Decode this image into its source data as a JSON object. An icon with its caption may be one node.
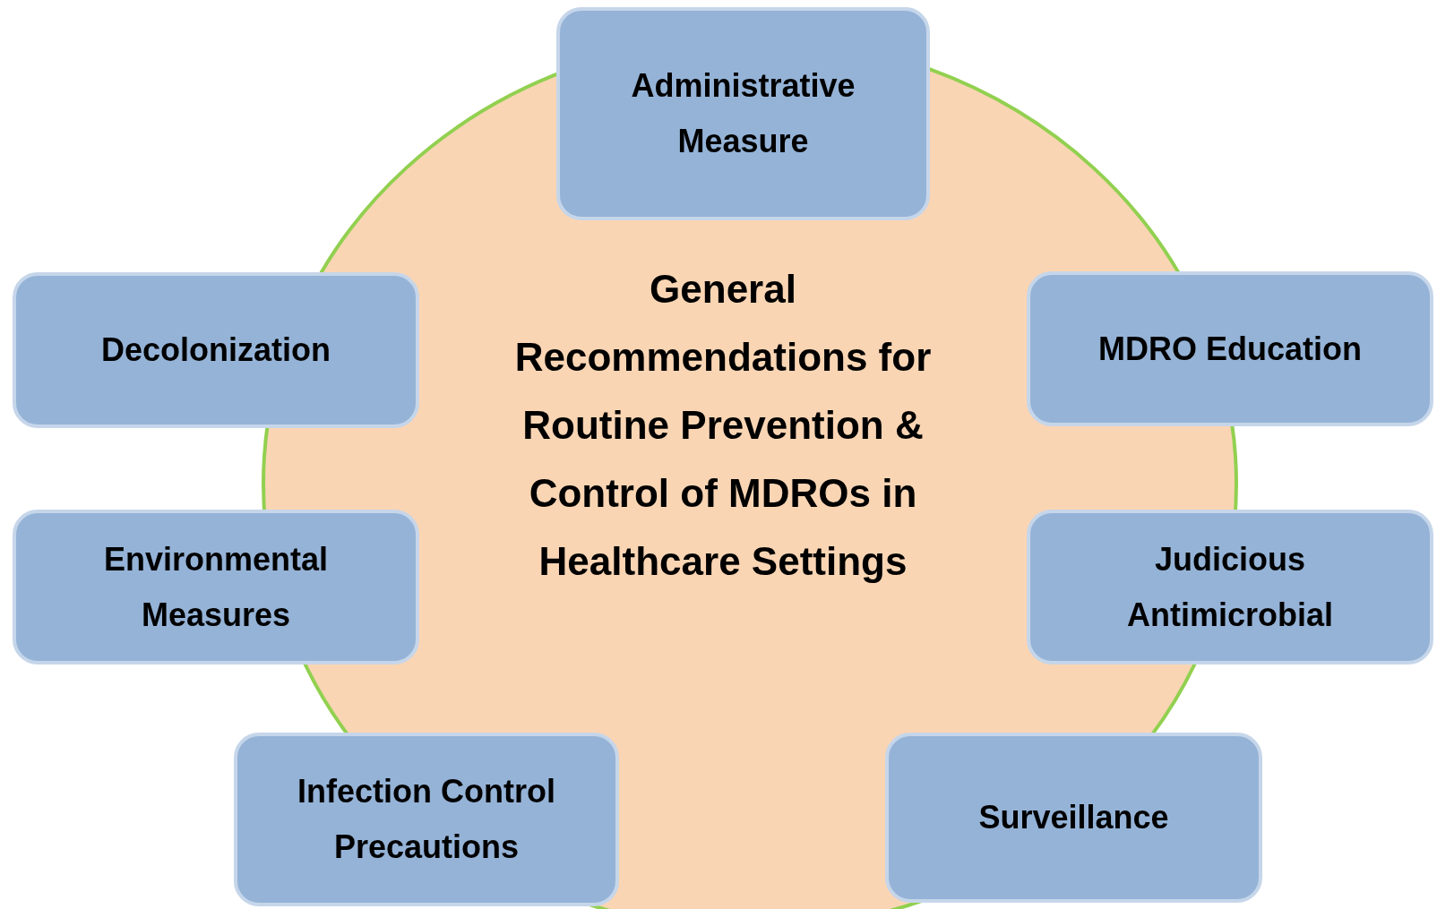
{
  "diagram": {
    "nodes": [
      {
        "text": [
          "General Recommendations for Routine Prevention & Control of MDROs in Healthcare Settings"
        ]
      },
      {
        "text": [
          "Administrative Measure"
        ]
      },
      {
        "text": [
          "Decolonization"
        ]
      },
      {
        "text": [
          "MDRO Education"
        ]
      },
      {
        "text": [
          "Environmental Measures"
        ]
      },
      {
        "text": [
          "Judicious Antimicrobial"
        ]
      },
      {
        "text": [
          "Infection Control Precautions"
        ]
      },
      {
        "text": [
          "Surveillance"
        ]
      }
    ]
  }
}
